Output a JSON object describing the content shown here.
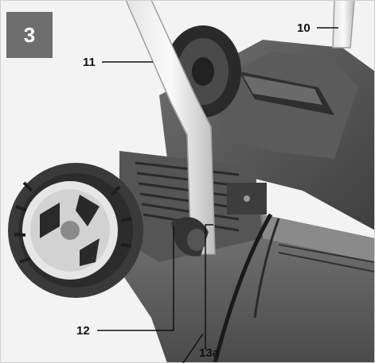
{
  "figure": {
    "step_number": "3",
    "callouts": {
      "c10": "10",
      "c11": "11",
      "c12": "12",
      "c13a": "13a"
    }
  }
}
